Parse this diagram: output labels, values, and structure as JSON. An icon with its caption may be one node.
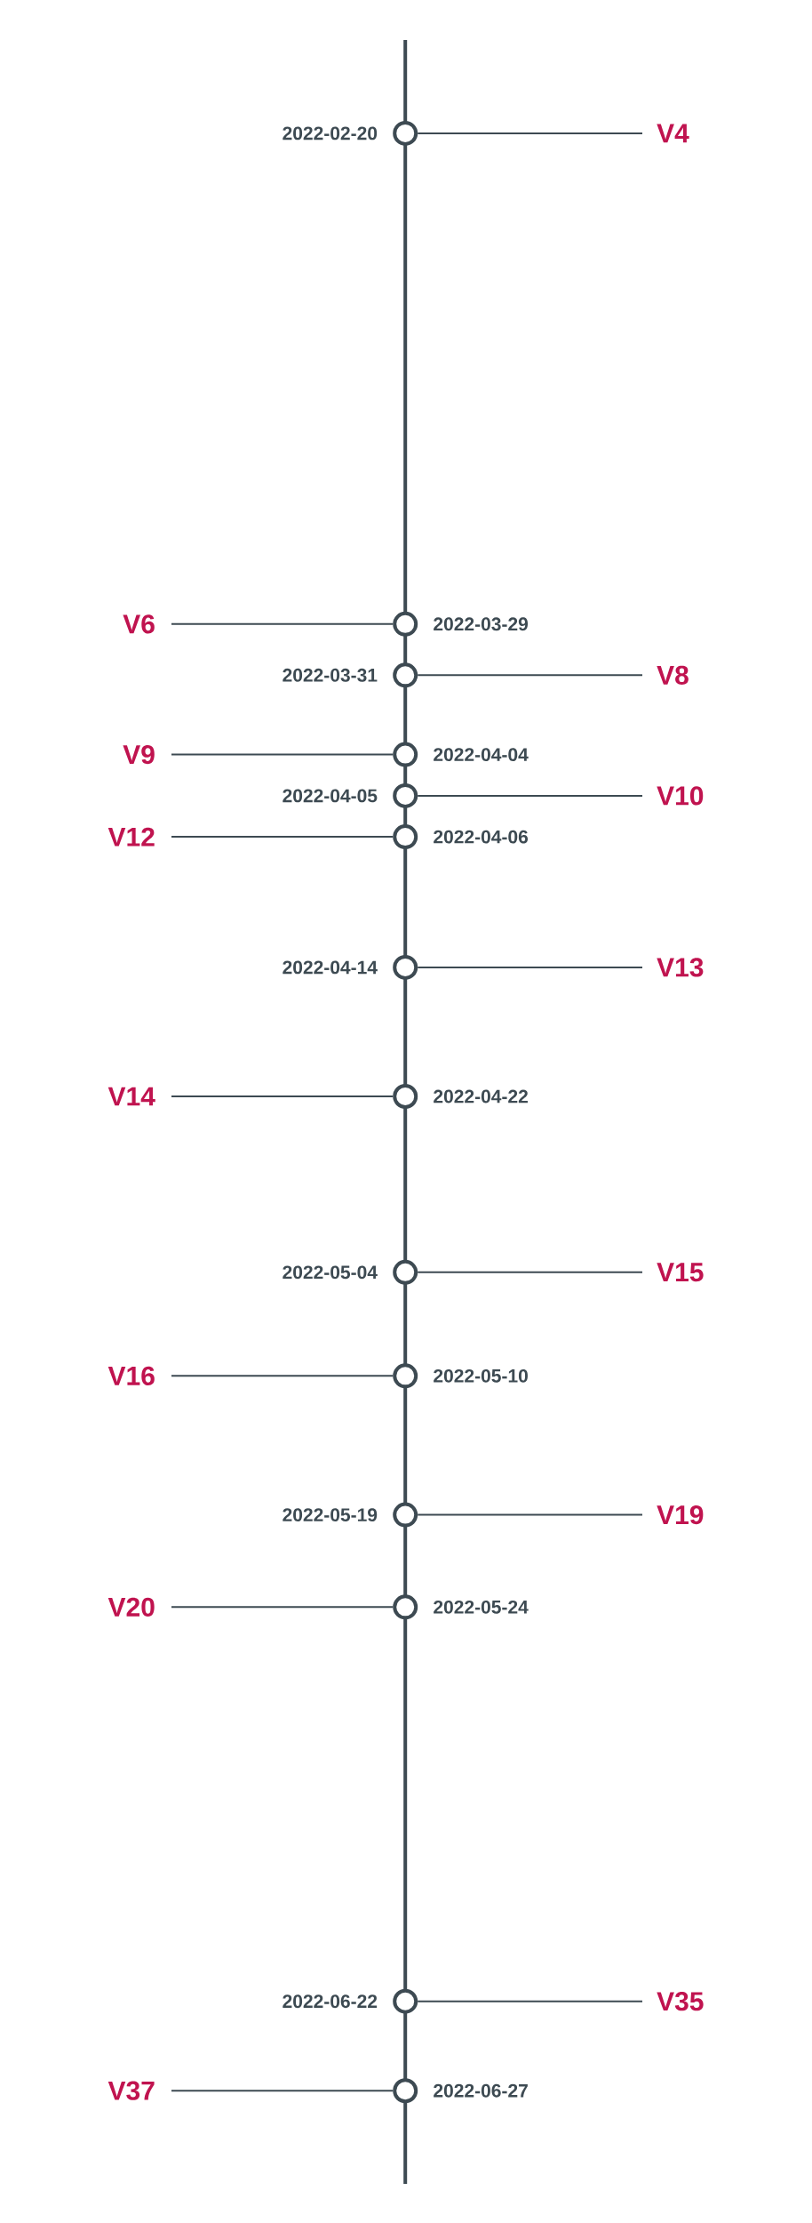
{
  "diagram": {
    "nodes": [
      {
        "text": [],
        "shape": "circle",
        "beside": [
          "2022-02-20"
        ]
      },
      {
        "text": [
          "V4"
        ]
      },
      {
        "text": [],
        "shape": "circle",
        "beside": [
          "2022-03-29"
        ]
      },
      {
        "text": [
          "V6"
        ]
      },
      {
        "text": [],
        "shape": "circle",
        "beside": [
          "2022-03-31"
        ]
      },
      {
        "text": [
          "V8"
        ]
      },
      {
        "text": [],
        "shape": "circle",
        "beside": [
          "2022-04-04"
        ]
      },
      {
        "text": [
          "V9"
        ]
      },
      {
        "text": [],
        "shape": "circle",
        "beside": [
          "2022-04-05"
        ]
      },
      {
        "text": [
          "V10"
        ]
      },
      {
        "text": [],
        "shape": "circle",
        "beside": [
          "2022-04-06"
        ]
      },
      {
        "text": [
          "V12"
        ]
      },
      {
        "text": [],
        "shape": "circle",
        "beside": [
          "2022-04-14"
        ]
      },
      {
        "text": [
          "V13"
        ]
      },
      {
        "text": [],
        "shape": "circle",
        "beside": [
          "2022-04-22"
        ]
      },
      {
        "text": [
          "V14"
        ]
      },
      {
        "text": [],
        "shape": "circle",
        "beside": [
          "2022-05-04"
        ]
      },
      {
        "text": [
          "V15"
        ]
      },
      {
        "text": [],
        "shape": "circle",
        "beside": [
          "2022-05-10"
        ]
      },
      {
        "text": [
          "V16"
        ]
      },
      {
        "text": [],
        "shape": "circle",
        "beside": [
          "2022-05-19"
        ]
      },
      {
        "text": [
          "V19"
        ]
      },
      {
        "text": [],
        "shape": "circle",
        "beside": [
          "2022-05-24"
        ]
      },
      {
        "text": [
          "V20"
        ]
      },
      {
        "text": [],
        "shape": "circle",
        "beside": [
          "2022-06-22"
        ]
      },
      {
        "text": [
          "V35"
        ]
      },
      {
        "text": [],
        "shape": "circle",
        "beside": [
          "2022-06-27"
        ]
      },
      {
        "text": [
          "V37"
        ]
      }
    ],
    "edges": [
      {
        "from": 0,
        "to": 1,
        "arrow": "none"
      },
      {
        "from": 2,
        "to": 3,
        "arrow": "none"
      },
      {
        "from": 4,
        "to": 5,
        "arrow": "none"
      },
      {
        "from": 6,
        "to": 7,
        "arrow": "none"
      },
      {
        "from": 8,
        "to": 9,
        "arrow": "none"
      },
      {
        "from": 10,
        "to": 11,
        "arrow": "none"
      },
      {
        "from": 12,
        "to": 13,
        "arrow": "none"
      },
      {
        "from": 14,
        "to": 15,
        "arrow": "none"
      },
      {
        "from": 16,
        "to": 17,
        "arrow": "none"
      },
      {
        "from": 18,
        "to": 19,
        "arrow": "none"
      },
      {
        "from": 20,
        "to": 21,
        "arrow": "none"
      },
      {
        "from": 22,
        "to": 23,
        "arrow": "none"
      },
      {
        "from": 24,
        "to": 25,
        "arrow": "none"
      },
      {
        "from": 26,
        "to": 27,
        "arrow": "none"
      }
    ]
  }
}
